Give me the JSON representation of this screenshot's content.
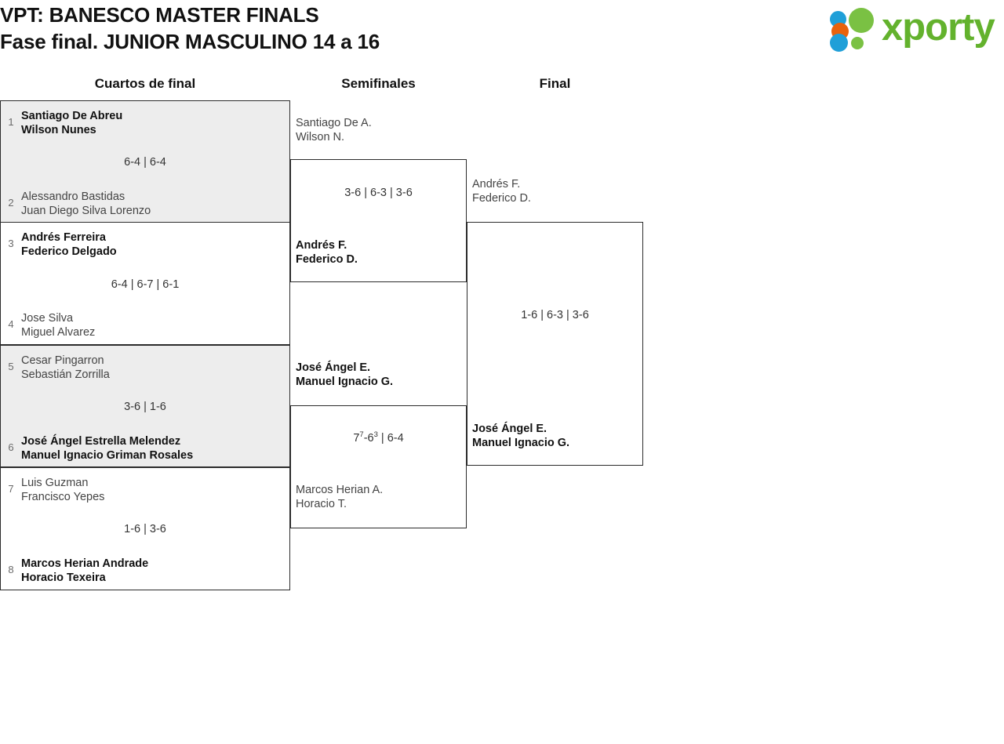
{
  "header": {
    "title_line1": "VPT: BANESCO MASTER FINALS",
    "title_line2": "Fase final. JUNIOR MASCULINO 14 a 16",
    "logo_word": "xporty",
    "logo_colors": {
      "green": "#63b22d",
      "blue": "#1f9fd8",
      "orange": "#e8620c"
    }
  },
  "rounds": [
    {
      "label": "Cuartos de final"
    },
    {
      "label": "Semifinales"
    },
    {
      "label": "Final"
    }
  ],
  "quarterfinals": [
    {
      "shaded": true,
      "top_seed": "1",
      "top_p1": "Santiago De Abreu",
      "top_p2": "Wilson Nunes",
      "top_winner": true,
      "bottom_seed": "2",
      "bottom_p1": "Alessandro Bastidas",
      "bottom_p2": "Juan Diego Silva Lorenzo",
      "bottom_winner": false,
      "score": "6-4 | 6-4"
    },
    {
      "shaded": false,
      "top_seed": "3",
      "top_p1": "Andrés Ferreira",
      "top_p2": "Federico Delgado",
      "top_winner": true,
      "bottom_seed": "4",
      "bottom_p1": "Jose Silva",
      "bottom_p2": "Miguel Alvarez",
      "bottom_winner": false,
      "score": "6-4 | 6-7 | 6-1"
    },
    {
      "shaded": true,
      "top_seed": "5",
      "top_p1": "Cesar Pingarron",
      "top_p2": "Sebastián Zorrilla",
      "top_winner": false,
      "bottom_seed": "6",
      "bottom_p1": "José Ángel Estrella Melendez",
      "bottom_p2": "Manuel Ignacio Griman Rosales",
      "bottom_winner": true,
      "score": "3-6 | 1-6"
    },
    {
      "shaded": false,
      "top_seed": "7",
      "top_p1": "Luis Guzman",
      "top_p2": "Francisco Yepes",
      "top_winner": false,
      "bottom_seed": "8",
      "bottom_p1": "Marcos Herian Andrade",
      "bottom_p2": "Horacio Texeira",
      "bottom_winner": true,
      "score": "1-6 | 3-6"
    }
  ],
  "semifinals": [
    {
      "top_p1": "Santiago De A.",
      "top_p2": "Wilson N.",
      "top_winner": false,
      "bottom_p1": "Andrés F.",
      "bottom_p2": "Federico D.",
      "bottom_winner": true,
      "score": "3-6 | 6-3 | 3-6"
    },
    {
      "top_p1": "José Ángel E.",
      "top_p2": "Manuel Ignacio G.",
      "top_winner": true,
      "bottom_p1": "Marcos Herian A.",
      "bottom_p2": "Horacio T.",
      "bottom_winner": false,
      "score": "7<sup>7</sup>-6<sup>3</sup> | 6-4"
    }
  ],
  "final": {
    "top_p1": "Andrés F.",
    "top_p2": "Federico D.",
    "top_winner": false,
    "bottom_p1": "José Ángel E.",
    "bottom_p2": "Manuel Ignacio G.",
    "bottom_winner": true,
    "score": "1-6 | 6-3 | 3-6"
  }
}
